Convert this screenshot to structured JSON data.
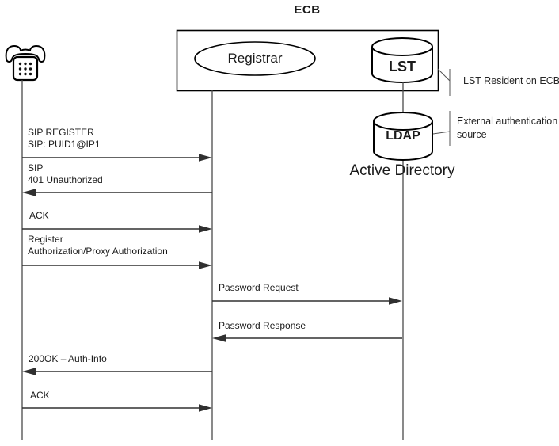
{
  "diagram": {
    "title": "ECB",
    "nodes": {
      "phone": {
        "icon": "telephone-icon"
      },
      "registrar": {
        "label": "Registrar"
      },
      "lst": {
        "label": "LST"
      },
      "ldap": {
        "label": "LDAP"
      },
      "active_directory": {
        "label": "Active Directory"
      }
    },
    "annotations": {
      "lst_note": {
        "text": "LST Resident on ECB"
      },
      "ldap_note": {
        "line1": "External authentication",
        "line2": "source"
      }
    },
    "messages": [
      {
        "line1": "SIP REGISTER",
        "line2": "SIP: PUID1@IP1",
        "from": "phone",
        "to": "registrar",
        "direction": "right"
      },
      {
        "line1": "SIP",
        "line2": "401 Unauthorized",
        "from": "registrar",
        "to": "phone",
        "direction": "left"
      },
      {
        "line1": "ACK",
        "line2": "",
        "from": "phone",
        "to": "registrar",
        "direction": "right"
      },
      {
        "line1": "Register",
        "line2": "Authorization/Proxy Authorization",
        "from": "phone",
        "to": "registrar",
        "direction": "right"
      },
      {
        "line1": "Password Request",
        "line2": "",
        "from": "registrar",
        "to": "ldap",
        "direction": "right"
      },
      {
        "line1": "Password Response",
        "line2": "",
        "from": "ldap",
        "to": "registrar",
        "direction": "left"
      },
      {
        "line1": "200OK – Auth-Info",
        "line2": "",
        "from": "registrar",
        "to": "phone",
        "direction": "left"
      },
      {
        "line1": "ACK",
        "line2": "",
        "from": "phone",
        "to": "registrar",
        "direction": "right"
      }
    ],
    "colors": {
      "line": "#3d3d3d",
      "shape_stroke": "#000000",
      "text": "#1a1a1a",
      "background": "#ffffff"
    }
  }
}
